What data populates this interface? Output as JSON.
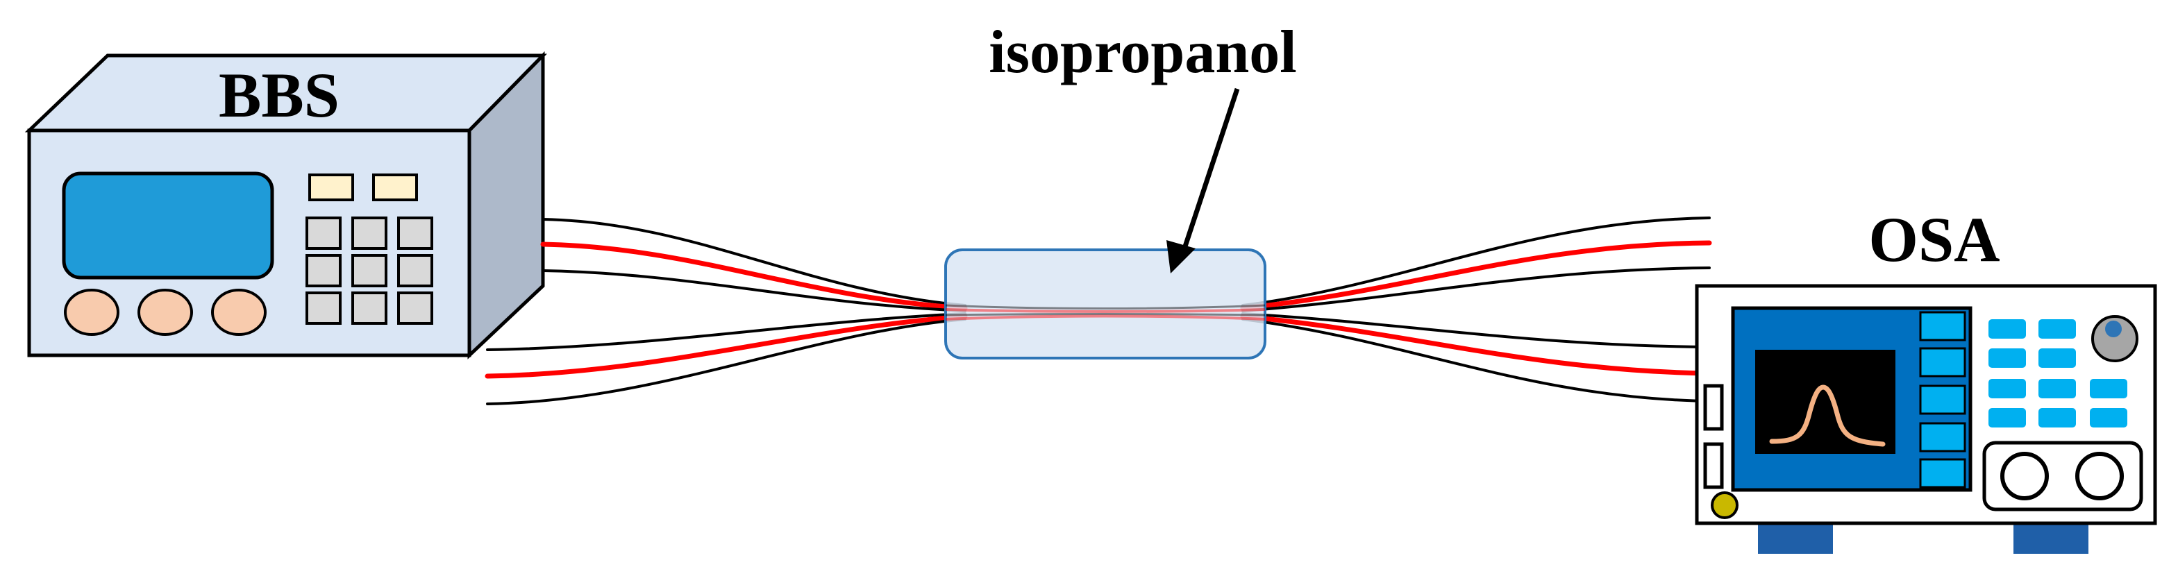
{
  "labels": {
    "source": "BBS",
    "medium": "isopropanol",
    "analyzer": "OSA"
  },
  "colors": {
    "box_front": "#dae6f5",
    "box_top": "#dae6f5",
    "box_side": "#adb9ca",
    "screen_blue": "#1f9bd8",
    "button_peach": "#f8cbad",
    "key_grey": "#d9d9d9",
    "key_cream": "#fff2cc",
    "fiber_black": "#000000",
    "fiber_red": "#ff0000",
    "tube_fill": "#dae6f5",
    "tube_stroke": "#2e75b6",
    "osa_frame": "#0070c0",
    "osa_softkey": "#00b0f0",
    "osa_foot": "#1f5fa8",
    "osa_knob": "#a6a6a6",
    "osa_led": "#c9b800",
    "trace_orange": "#f4b183"
  }
}
